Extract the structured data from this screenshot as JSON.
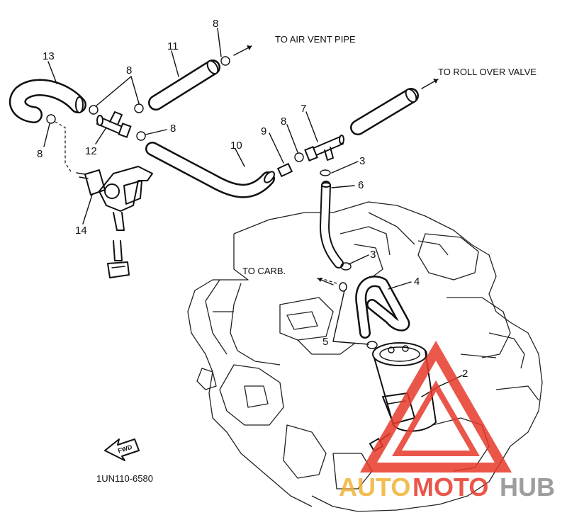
{
  "diagram": {
    "callouts": {
      "c1": "8",
      "c2": "11",
      "c3": "13",
      "c4": "8",
      "c5": "8",
      "c6": "12",
      "c7": "8",
      "c8": "14",
      "c9": "10",
      "c10": "9",
      "c11": "8",
      "c12": "7",
      "c13": "3",
      "c14": "6",
      "c15": "3",
      "c16": "4",
      "c17": "5",
      "c18": "2"
    },
    "notes": {
      "air_vent": "TO AIR VENT PIPE",
      "roll_over": "TO ROLL OVER VALVE",
      "carb": "TO CARB."
    },
    "fwd_label": "FWD",
    "part_code": "1UN110-6580"
  },
  "watermark": {
    "word_auto": "AUTO",
    "word_moto": "MOTO",
    "word_hub": "HUB",
    "colors": {
      "auto": "#f2b233",
      "moto": "#e8392b",
      "hub": "#8c8c8c",
      "triangle": "#e8392b"
    }
  }
}
